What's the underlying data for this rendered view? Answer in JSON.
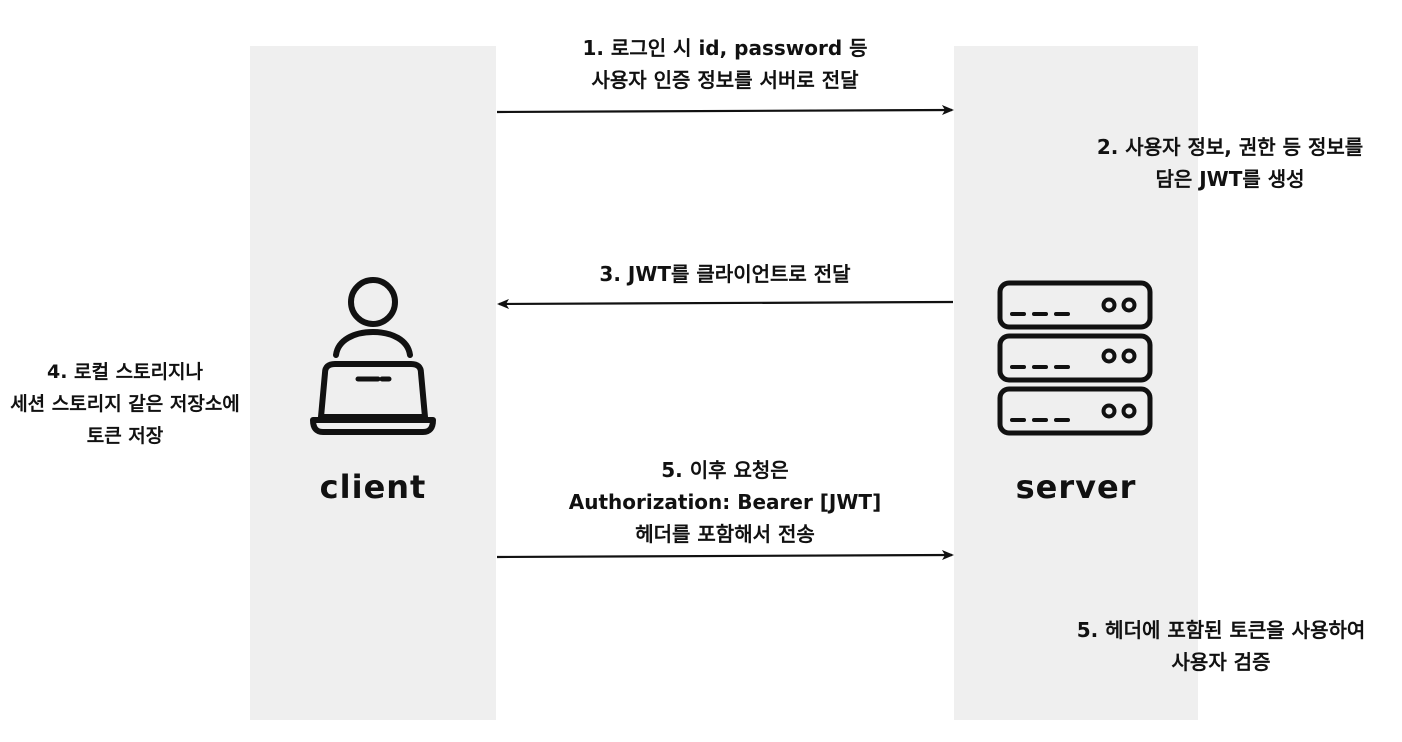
{
  "actors": {
    "client": "client",
    "server": "server"
  },
  "steps": {
    "step1": {
      "line1": "1. 로그인 시 id, password 등",
      "line2": "사용자 인증 정보를 서버로 전달"
    },
    "step2": {
      "line1": "2. 사용자 정보, 권한 등 정보를",
      "line2": "담은 JWT를 생성"
    },
    "step3": {
      "line1": "3. JWT를 클라이언트로 전달"
    },
    "step4": {
      "line1": "4. 로컬 스토리지나",
      "line2": "세션 스토리지 같은 저장소에",
      "line3": "토큰 저장"
    },
    "step5": {
      "line1": "5. 이후 요청은",
      "line2": "Authorization: Bearer [JWT]",
      "line3": "헤더를 포함해서 전송"
    },
    "step6": {
      "line1": "5. 헤더에 포함된 토큰을 사용하여",
      "line2": "사용자 검증"
    }
  },
  "icons": {
    "client": "laptop-user-icon",
    "server": "server-rack-icon"
  },
  "colors": {
    "lane": "#efefef",
    "stroke": "#111111"
  }
}
